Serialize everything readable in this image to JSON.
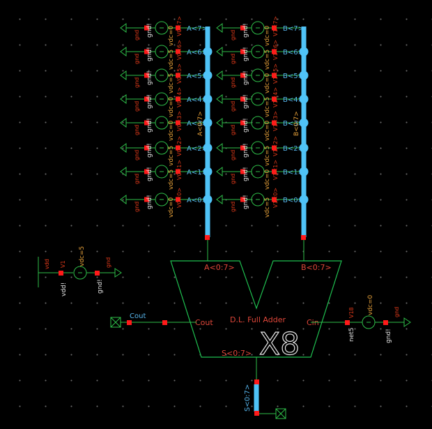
{
  "schematic": {
    "bus_a": {
      "bits": [
        "A<7>",
        "A<6>",
        "A<5>",
        "A<4>",
        "A<3>",
        "A<2>",
        "A<1>",
        "A<0>"
      ],
      "sources": [
        "V0<7>",
        "V0<6>",
        "V0<5>",
        "V0<4>",
        "V0<3>",
        "V0<2>",
        "V0<1>",
        "V0<0>"
      ],
      "vdc": [
        "vdc=0",
        "vdc=5",
        "vdc=5",
        "vdc=0",
        "vdc=0",
        "vdc=5",
        "vdc=5",
        "vdc=0"
      ],
      "bus_label": "A<0:7>"
    },
    "bus_b": {
      "bits": [
        "B<7>",
        "B<6>",
        "B<5>",
        "B<4>",
        "B<3>",
        "B<2>",
        "B<1>",
        "B<0>"
      ],
      "sources": [
        "V1<7>",
        "V1<6>",
        "V1<5>",
        "V1<4>",
        "V1<3>",
        "V1<2>",
        "V1<1>",
        "V1<0>"
      ],
      "vdc": [
        "vdc=0",
        "vdc=5",
        "vdc=0",
        "vdc=5",
        "vdc=0",
        "vdc=5",
        "vdc=0",
        "vdc=5"
      ],
      "bus_label": "B<0:7>"
    },
    "gnd_pin": "gnd!",
    "gnd_sym": "gnd",
    "vdd": {
      "source": "V1",
      "vdc": "vdc=5",
      "pin": "vdd!",
      "sym": "vdd",
      "gnd_pin": "gnd!",
      "gnd_sym": "gnd"
    },
    "cin": {
      "source": "V18",
      "vdc": "vdc=0",
      "net": "net5",
      "gnd_pin": "gnd!",
      "gnd_sym": "gnd"
    },
    "block": {
      "title": "D.L. Full Adder",
      "port_a": "A<0:7>",
      "port_b": "B<0:7>",
      "port_cout": "Cout",
      "port_cin": "Cin",
      "port_s": "S<0:7>",
      "multiplier": "X8"
    },
    "cout_wire_label": "Cout",
    "s_bus_label": "S<0:7>",
    "colors": {
      "wire": "#2fc04a",
      "pin": "#ff1a1a",
      "bus": "#4fc3f7",
      "label_orange": "#e8a23a",
      "block_outline": "#1fc050",
      "background": "#000000"
    }
  }
}
